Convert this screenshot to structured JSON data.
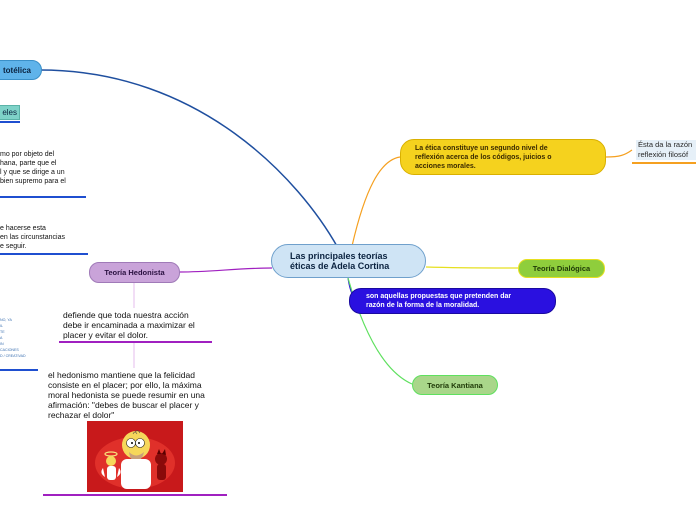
{
  "central": {
    "title": "Las principales teorías éticas de Adela Cortina"
  },
  "left_nodes": {
    "aristotelica": "totélica",
    "eles": "eles",
    "fragment1": "mo por objeto del\nhana, parte que el\nl y que se dirige a un\nbien supremo para el",
    "fragment2": "e hacerse esta\nen las circunstancias\ne seguir.",
    "tiny_list": [
      "NO, YA",
      "IL",
      "TE",
      "A",
      "IN",
      "CACIONES",
      "D / CREATIVAD"
    ]
  },
  "hedonista": {
    "label": "Teoría Hedonista",
    "text1": "defiende que toda nuestra acción\ndebe ir encaminada a maximizar el\nplacer y evitar el dolor.",
    "text2": "el hedonismo mantiene que la felicidad\nconsiste en el placer; por ello, la máxima\nmoral hedonista se puede resumir en una\nafirmación: \"debes de buscar el placer y\nrechazar el dolor\""
  },
  "etica": {
    "text": "La ética constituye un segundo nivel de\nreflexión acerca de los códigos, juicios o\nacciones morales.",
    "side": "Ésta da la razón\nreflexión filosóf"
  },
  "dialogica": {
    "label": "Teoría Dialógica"
  },
  "propuestas": {
    "text": "son aquellas propuestas que pretenden dar\nrazón de la forma de la moralidad."
  },
  "kantiana": {
    "label": "Teoría Kantiana"
  },
  "colors": {
    "central_fill": "#cfe4f5",
    "blue_node": "#5fb3ea",
    "teal_node": "#7ed2c8",
    "hedonista_fill": "#c9a3d9",
    "purple_line": "#a020c0",
    "yellow_fill": "#f5d21e",
    "dialogica_fill": "#8fce3c",
    "propuestas_fill": "#2a10e0",
    "kantiana_fill": "#a9d68a",
    "orange_line": "#f5a020",
    "green_line": "#5fe05f",
    "navy_line": "#1f4f9f"
  },
  "image": {
    "name": "homer-simpson-angel-devil-illustration"
  }
}
